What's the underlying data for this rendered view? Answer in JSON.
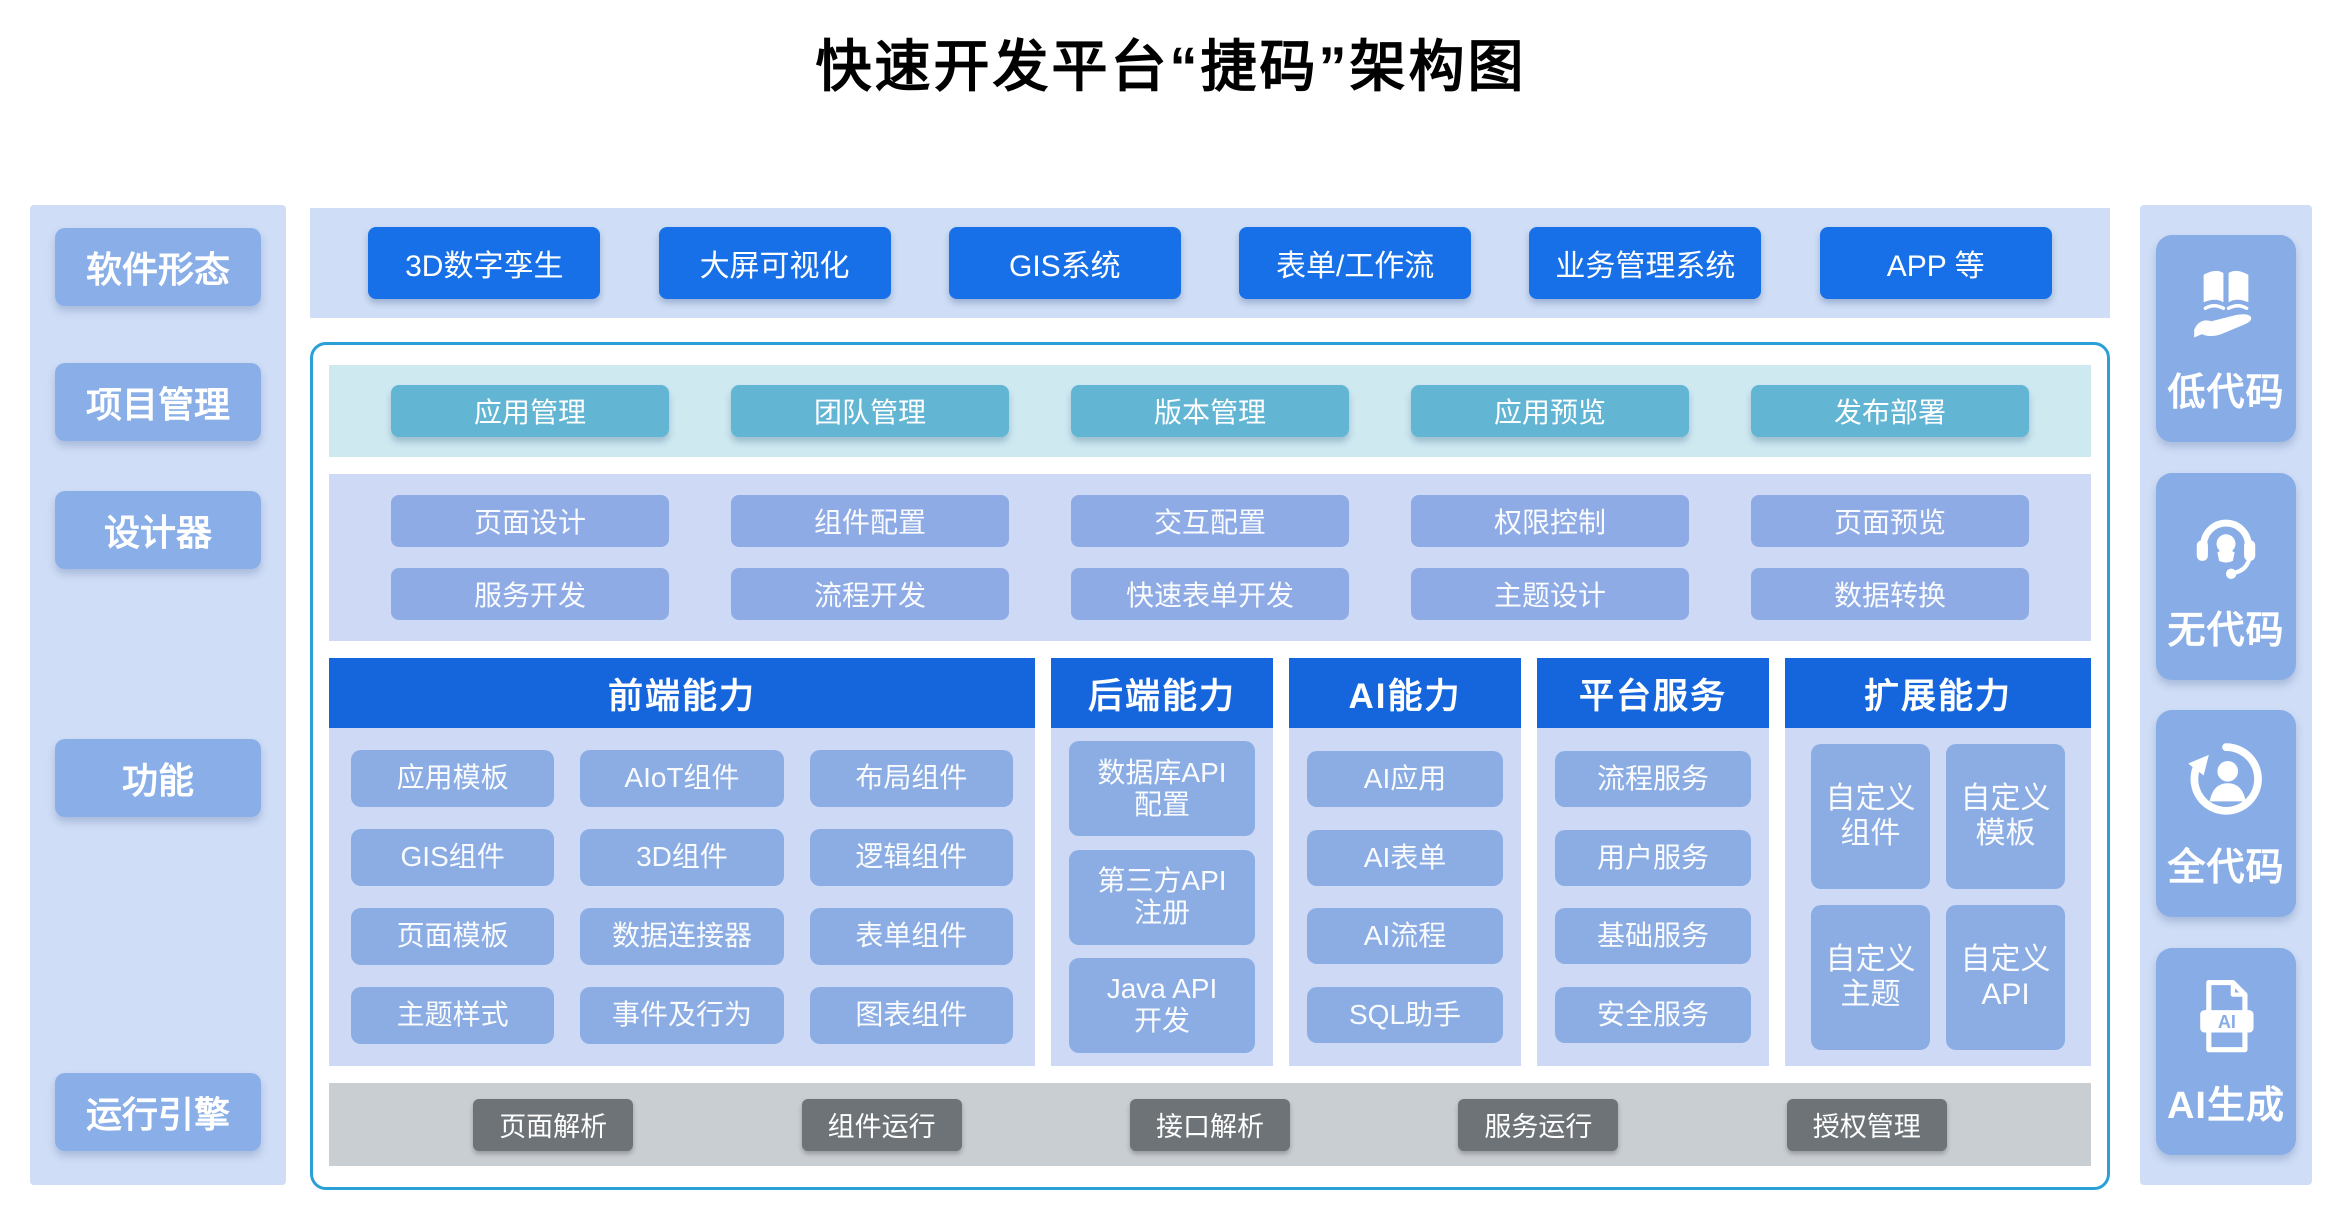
{
  "title": "快速开发平台“捷码”架构图",
  "left_sidebar": {
    "items": [
      "软件形态",
      "项目管理",
      "设计器",
      "功能",
      "运行引擎"
    ]
  },
  "top_row": {
    "items": [
      "3D数字孪生",
      "大屏可视化",
      "GIS系统",
      "表单/工作流",
      "业务管理系统",
      "APP 等"
    ]
  },
  "project_row": {
    "items": [
      "应用管理",
      "团队管理",
      "版本管理",
      "应用预览",
      "发布部署"
    ]
  },
  "designer_rows": {
    "row1": [
      "页面设计",
      "组件配置",
      "交互配置",
      "权限控制",
      "页面预览"
    ],
    "row2": [
      "服务开发",
      "流程开发",
      "快速表单开发",
      "主题设计",
      "数据转换"
    ]
  },
  "capabilities": [
    {
      "title": "前端能力",
      "items": [
        "应用模板",
        "AIoT组件",
        "布局组件",
        "GIS组件",
        "3D组件",
        "逻辑组件",
        "页面模板",
        "数据连接器",
        "表单组件",
        "主题样式",
        "事件及行为",
        "图表组件"
      ]
    },
    {
      "title": "后端能力",
      "items": [
        {
          "line1": "数据库API",
          "line2": "配置"
        },
        {
          "line1": "第三方API",
          "line2": "注册"
        },
        {
          "line1": "Java API",
          "line2": "开发"
        }
      ]
    },
    {
      "title": "AI能力",
      "items": [
        "AI应用",
        "AI表单",
        "AI流程",
        "SQL助手"
      ]
    },
    {
      "title": "平台服务",
      "items": [
        "流程服务",
        "用户服务",
        "基础服务",
        "安全服务"
      ]
    },
    {
      "title": "扩展能力",
      "items": [
        {
          "line1": "自定义",
          "line2": "组件"
        },
        {
          "line1": "自定义",
          "line2": "模板"
        },
        {
          "line1": "自定义",
          "line2": "主题"
        },
        {
          "line1": "自定义",
          "line2": "API"
        }
      ]
    }
  ],
  "engine_row": {
    "items": [
      "页面解析",
      "组件运行",
      "接口解析",
      "服务运行",
      "授权管理"
    ]
  },
  "right_sidebar": {
    "cards": [
      {
        "label": "低代码",
        "icon": "book-on-hand-icon"
      },
      {
        "label": "无代码",
        "icon": "headset-icon"
      },
      {
        "label": "全代码",
        "icon": "person-refresh-icon"
      },
      {
        "label": "AI生成",
        "icon": "ai-file-icon"
      }
    ]
  },
  "colors": {
    "primary_blue": "#1770e8",
    "header_blue": "#1565dd",
    "panel_border_cyan": "#2aa0d6",
    "teal_button": "#62b5d3",
    "teal_band_bg": "#cfe9f1",
    "lavender_button": "#8fabe5",
    "lavender_band_bg": "#cdd9f5",
    "sidebar_bg": "#cfddf6",
    "sidebar_button": "#8aafe8",
    "right_card": "#87ace6",
    "gray_band_bg": "#c9ced3",
    "gray_button": "#6e7377"
  }
}
